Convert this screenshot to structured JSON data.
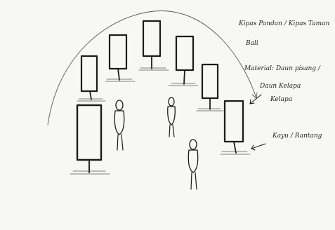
{
  "sketch": {
    "notes": {
      "title_line1": "Kipas Pandan / Kipas Taman",
      "title_line2": "Bali",
      "material_line1": "Material: Daun pisang /",
      "material_line2": "Daun Kelapa",
      "material_line3": "Kelapa",
      "frame_note": "Kayu / Rantang"
    },
    "colors": {
      "ink": "#1b1b1b",
      "pencil": "#555555",
      "paper": "#f7f7f5"
    },
    "icons": [
      "fan-panel-icon",
      "human-figure-icon",
      "arrow-icon"
    ]
  }
}
